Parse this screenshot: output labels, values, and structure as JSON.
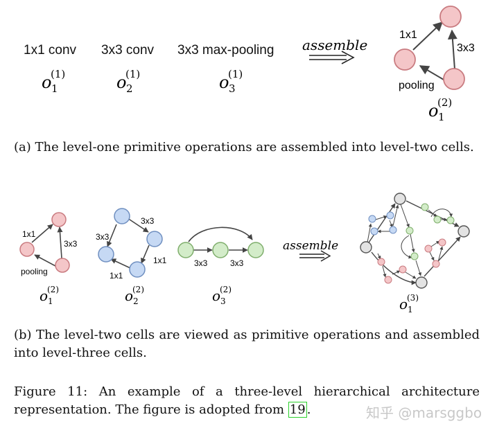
{
  "panel_a": {
    "ops": [
      {
        "name": "1x1 conv",
        "symbol": "o",
        "sub": "1",
        "sup": "(1)"
      },
      {
        "name": "3x3 conv",
        "symbol": "o",
        "sub": "2",
        "sup": "(1)"
      },
      {
        "name": "3x3 max-pooling",
        "symbol": "o",
        "sub": "3",
        "sup": "(1)"
      }
    ],
    "assemble_label": "assemble",
    "cell": {
      "edge_labels": [
        "1x1",
        "3x3",
        "pooling"
      ],
      "symbol": "o",
      "sub": "1",
      "sup": "(2)"
    },
    "caption": "(a) The level-one primitive operations are assembled into level-two cells."
  },
  "panel_b": {
    "cell1": {
      "edge_labels": [
        "1x1",
        "3x3",
        "pooling"
      ],
      "symbol": "o",
      "sub": "1",
      "sup": "(2)"
    },
    "cell2": {
      "edge_labels": [
        "3x3",
        "3x3",
        "1x1",
        "1x1"
      ],
      "symbol": "o",
      "sub": "2",
      "sup": "(2)"
    },
    "cell3": {
      "edge_labels": [
        "3x3",
        "3x3"
      ],
      "symbol": "o",
      "sub": "3",
      "sup": "(2)"
    },
    "assemble_label": "assemble",
    "result": {
      "symbol": "o",
      "sub": "1",
      "sup": "(3)"
    },
    "caption": "(b) The level-two cells are viewed as primitive operations and assembled into level-three cells."
  },
  "figure_caption": {
    "prefix": "Figure 11:  An example of a three-level hierarchical architecture representation. The figure is adopted from ",
    "citation": "19",
    "suffix": "."
  },
  "watermark": "知乎 @marsggbo",
  "colors": {
    "pink_fill": "#f4c6c8",
    "pink_stroke": "#c97b80",
    "blue_fill": "#c6d9f4",
    "blue_stroke": "#6f8fc0",
    "green_fill": "#d3ecc9",
    "green_stroke": "#7fae6c",
    "gray_fill": "#e3e3e3",
    "gray_stroke": "#555555",
    "edge": "#444444",
    "citation_box": "#2bd12b"
  }
}
